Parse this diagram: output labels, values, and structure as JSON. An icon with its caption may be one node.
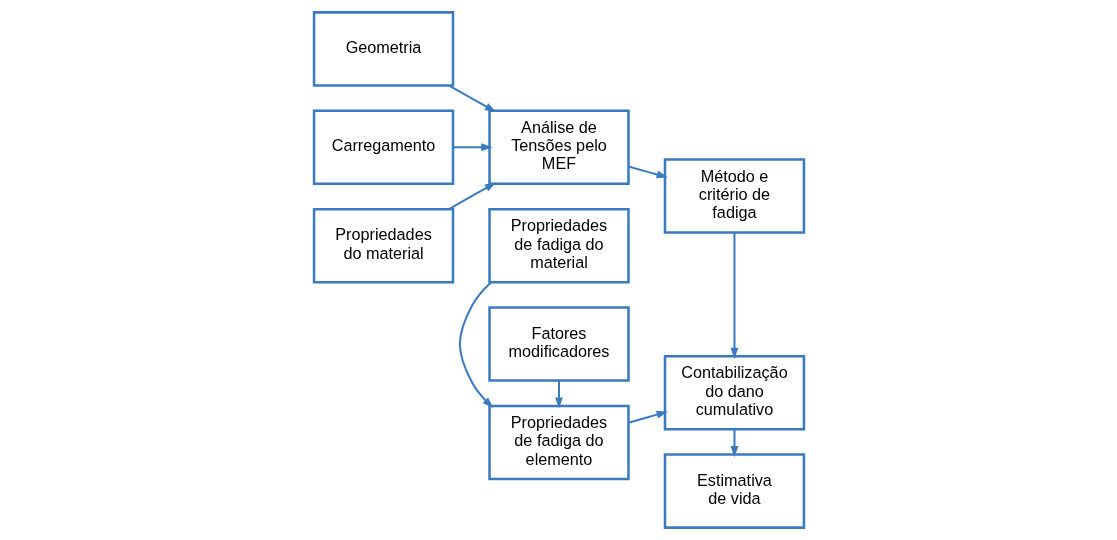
{
  "diagram": {
    "nodes": [
      {
        "text": [
          "Geometria"
        ]
      },
      {
        "text": [
          "Carregamento"
        ]
      },
      {
        "text": [
          "Propriedades do material"
        ]
      },
      {
        "text": [
          "Análise de Tensões pelo MEF"
        ]
      },
      {
        "text": [
          "Método e critério de fadiga"
        ]
      },
      {
        "text": [
          "Propriedades de fadiga do material"
        ]
      },
      {
        "text": [
          "Contabilização do dano cumulativo"
        ]
      },
      {
        "text": [
          "Propriedades de fadiga do elemento"
        ]
      },
      {
        "text": [
          "Estimativa de vida"
        ]
      },
      {
        "text": [
          "Fatores modificadores"
        ]
      }
    ],
    "edges": [
      {
        "from": 0,
        "to": 3,
        "arrow": "to"
      },
      {
        "from": 1,
        "to": 3,
        "arrow": "to"
      },
      {
        "from": 2,
        "to": 3,
        "arrow": "to"
      },
      {
        "from": 3,
        "to": 4,
        "arrow": "to"
      },
      {
        "from": 4,
        "to": 6,
        "arrow": "to"
      },
      {
        "from": 5,
        "to": 7,
        "arrow": "to"
      },
      {
        "from": 7,
        "to": 6,
        "arrow": "to"
      },
      {
        "from": 6,
        "to": 8,
        "arrow": "to"
      },
      {
        "from": 9,
        "to": 7,
        "arrow": "to"
      }
    ]
  }
}
